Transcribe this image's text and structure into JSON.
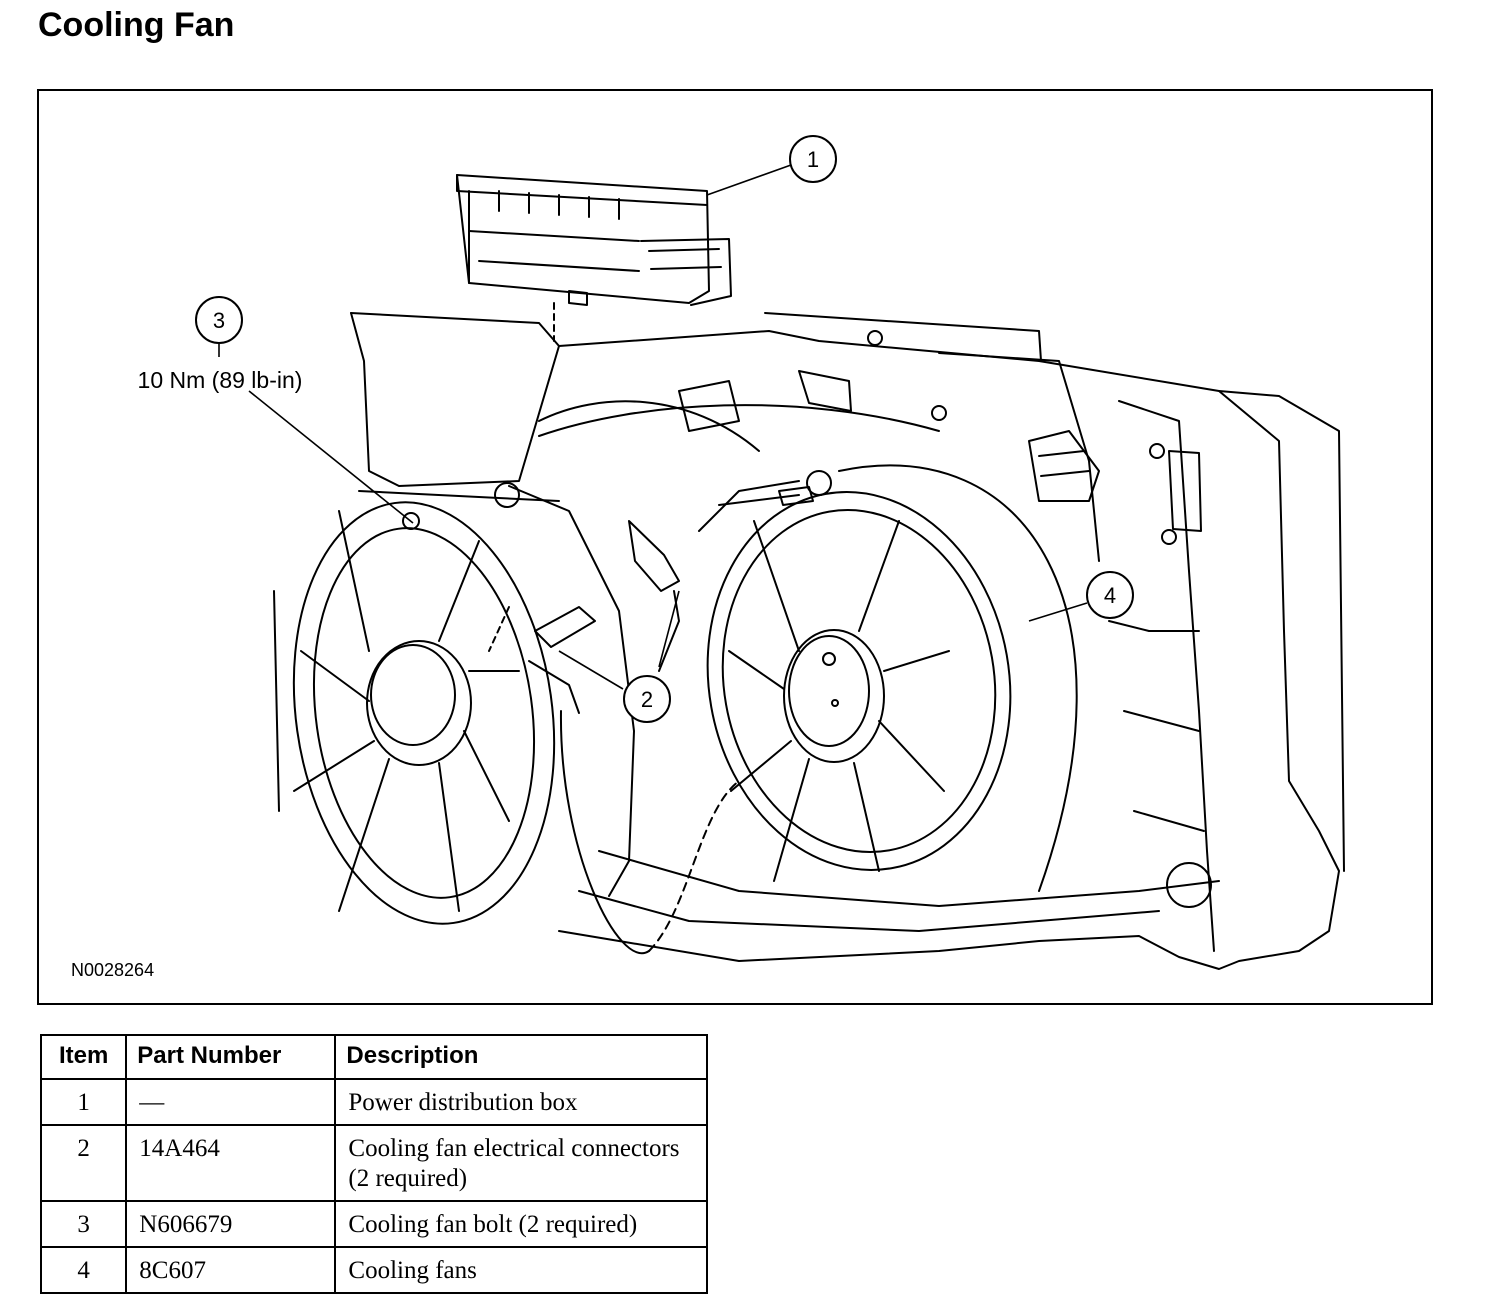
{
  "title": "Cooling Fan",
  "figure": {
    "id": "N0028264",
    "callouts": [
      "1",
      "2",
      "3",
      "4"
    ],
    "torque": "10 Nm (89 lb-in)"
  },
  "table": {
    "headers": [
      "Item",
      "Part Number",
      "Description"
    ],
    "rows": [
      {
        "item": "1",
        "part_number": "—",
        "description": "Power distribution box"
      },
      {
        "item": "2",
        "part_number": "14A464",
        "description": "Cooling fan electrical connectors (2 required)"
      },
      {
        "item": "3",
        "part_number": "N606679",
        "description": "Cooling fan bolt (2 required)"
      },
      {
        "item": "4",
        "part_number": "8C607",
        "description": "Cooling fans"
      }
    ]
  }
}
